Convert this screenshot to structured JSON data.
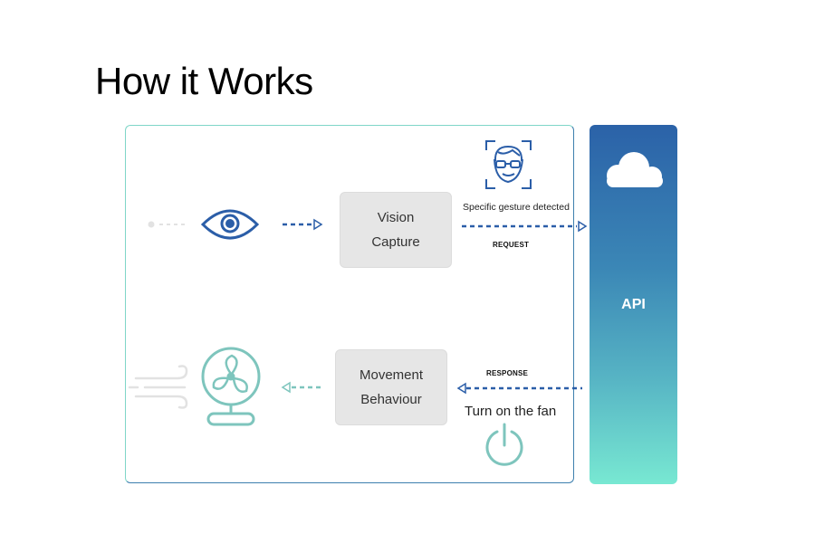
{
  "title": "How it Works",
  "nodes": {
    "vision_capture": {
      "line1": "Vision",
      "line2": "Capture"
    },
    "movement_behaviour": {
      "line1": "Movement",
      "line2": "Behaviour"
    },
    "api": {
      "label": "API"
    }
  },
  "edges": {
    "gesture_text": "Specific gesture detected",
    "request_label": "REQUEST",
    "response_label": "RESPONSE",
    "fan_text": "Turn on the fan"
  },
  "icons": {
    "eye": "eye-icon",
    "face_scan": "face-scan-icon",
    "cloud": "cloud-icon",
    "fan": "fan-icon",
    "wind": "wind-icon",
    "power": "power-icon"
  },
  "colors": {
    "blue": "#2b5ea8",
    "teal": "#7ec5bd",
    "light_gray": "#e0e0e0"
  }
}
